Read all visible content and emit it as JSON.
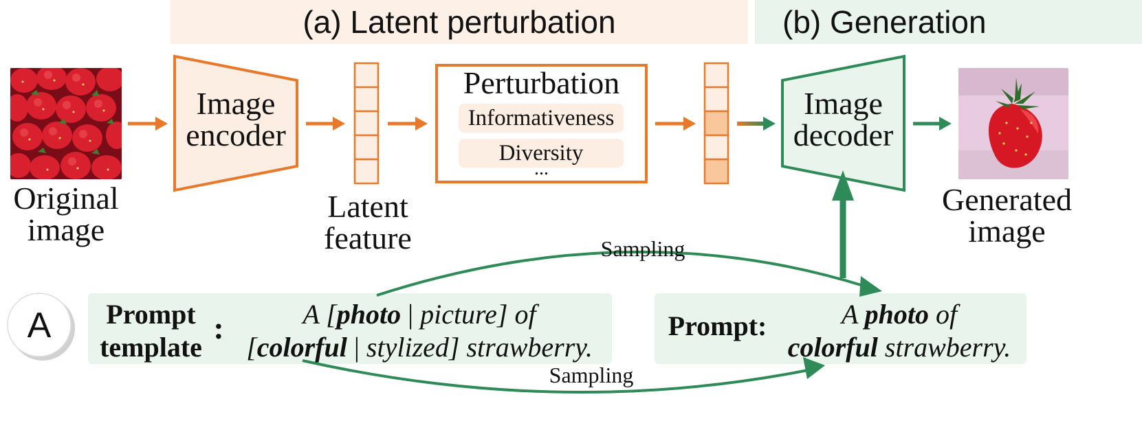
{
  "header": {
    "latent_title": "(a) Latent perturbation",
    "generation_title": "(b) Generation"
  },
  "blocks": {
    "original_image_label": [
      "Original",
      "image"
    ],
    "image_encoder_label": [
      "Image",
      "encoder"
    ],
    "latent_feature_label": [
      "Latent",
      "feature"
    ],
    "perturbation": {
      "title": "Perturbation",
      "items": [
        "Informativeness",
        "Diversity"
      ],
      "ellipsis": "..."
    },
    "image_decoder_label": [
      "Image",
      "decoder"
    ],
    "generated_image_label": [
      "Generated",
      "image"
    ]
  },
  "sampling": {
    "top": "Sampling",
    "bottom": "Sampling"
  },
  "badge": "A",
  "prompt_template": {
    "label": [
      "Prompt",
      "template"
    ],
    "colon": ":",
    "line1": {
      "a": "A [",
      "photo": "photo",
      "sep": " | ",
      "picture": "picture] of"
    },
    "line2": {
      "a": "[",
      "colorful": "colorful",
      "sep": " | ",
      "rest": "stylized] strawberry."
    }
  },
  "prompt": {
    "label": "Prompt",
    "colon": ":",
    "line1": {
      "a": "A ",
      "photo": "photo",
      "rest": " of"
    },
    "line2": {
      "colorful": "colorful",
      "rest": " strawberry."
    }
  },
  "colors": {
    "orange": "#e8782a",
    "orange_light": "#fdeee3",
    "orange_cell": "#f9c79c",
    "green": "#2e8b57",
    "green_light": "#e9f5ec"
  }
}
